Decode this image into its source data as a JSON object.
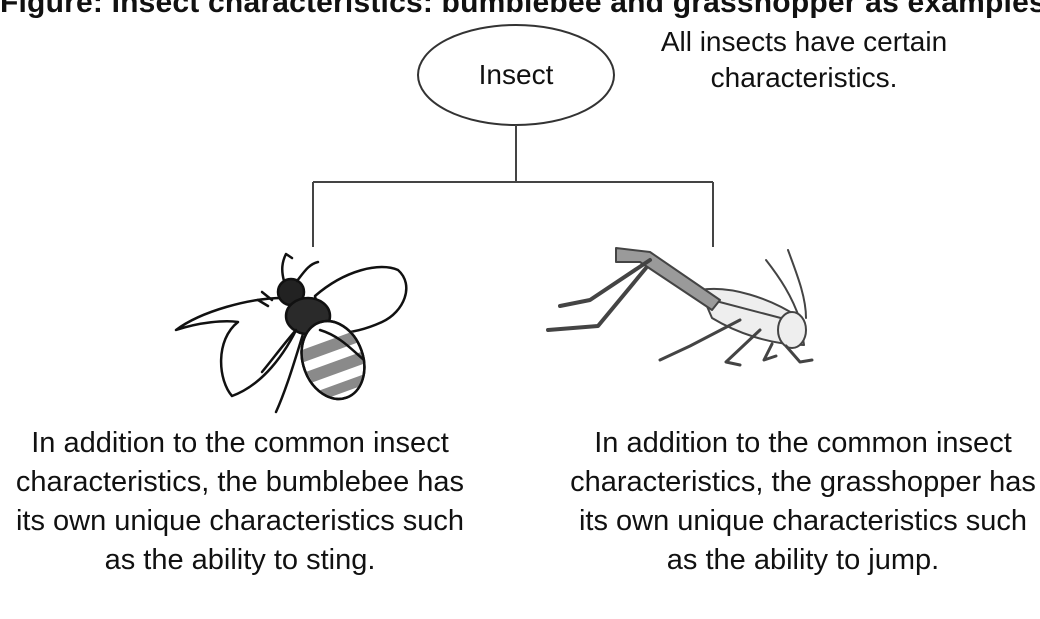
{
  "heading_clipped": "Figure: Insect characteristics: bumblebee and grasshopper as examples",
  "root": {
    "label": "Insect",
    "note": "All insects have certain characteristics."
  },
  "children": [
    {
      "name": "bumblebee",
      "description": "In addition to the common insect characteristics, the bumblebee has its own unique characteristics such as the ability to sting."
    },
    {
      "name": "grasshopper",
      "description": "In addition to the common insect characteristics, the grasshopper has its own unique characteristics such as the ability to jump."
    }
  ],
  "colors": {
    "line": "#444444",
    "bee_dark": "#2a2a2a",
    "bee_mid": "#8a8a8a",
    "grasshopper": "#9a9a9a"
  }
}
